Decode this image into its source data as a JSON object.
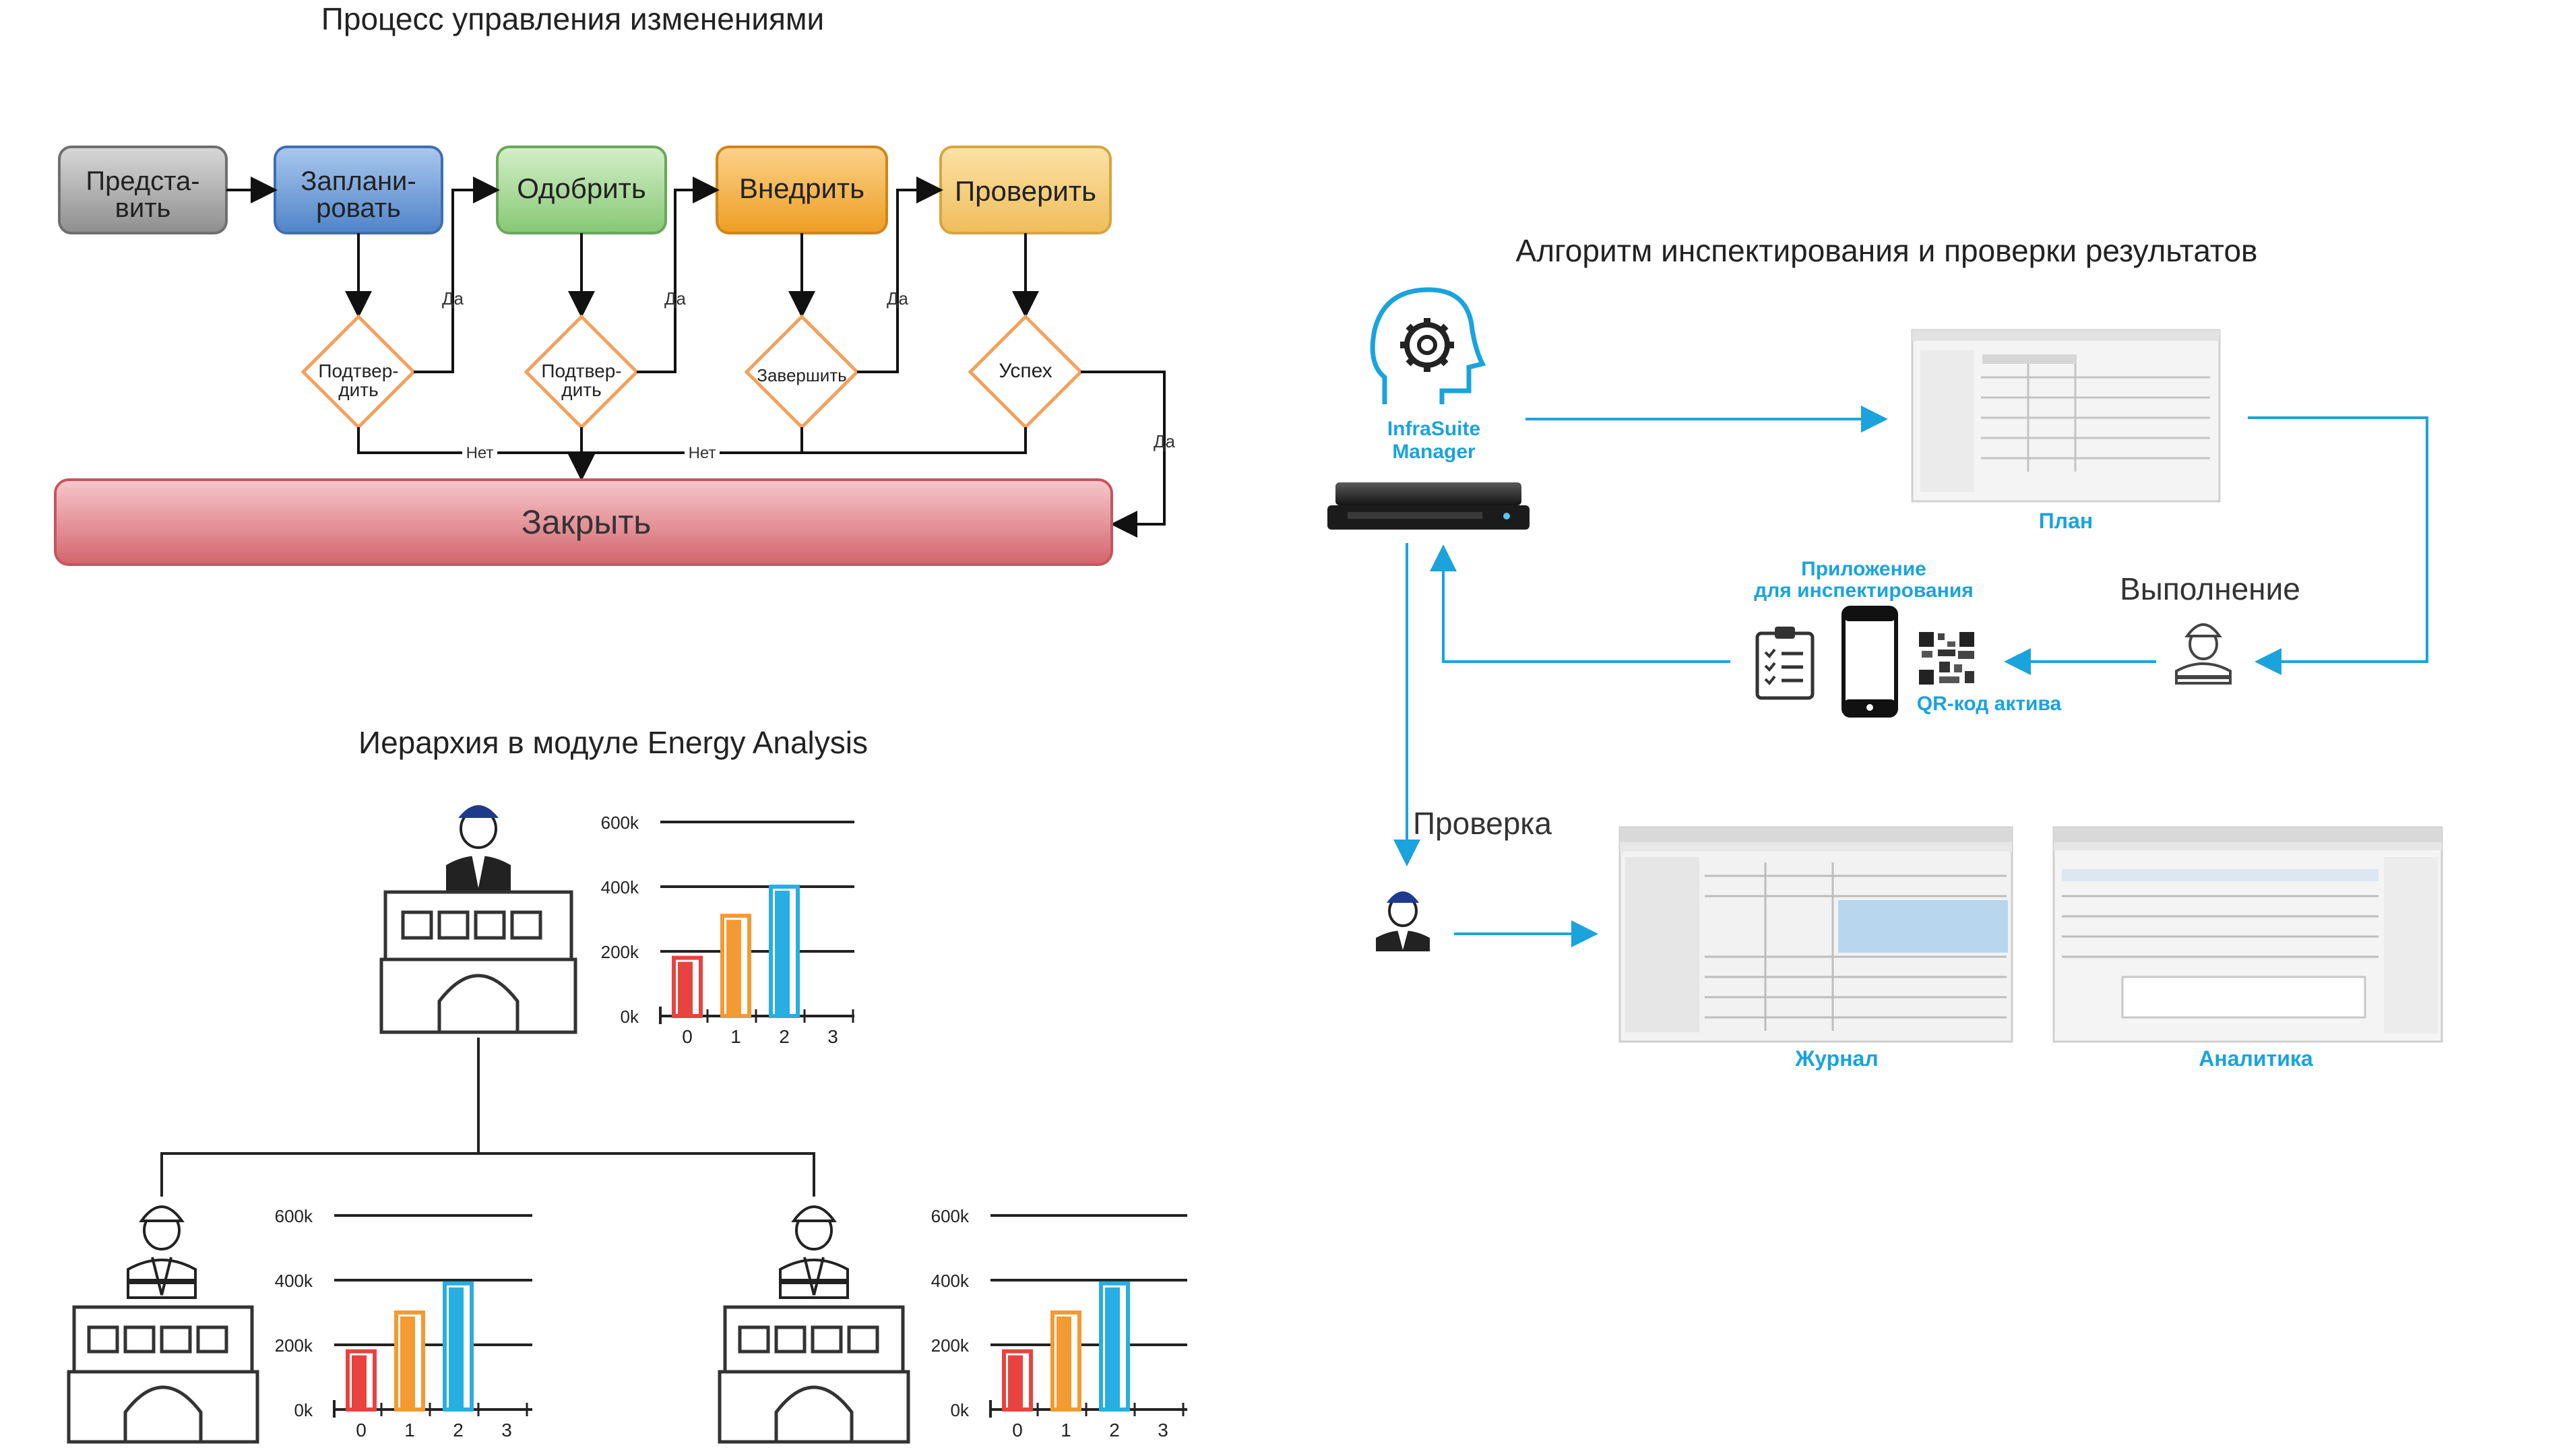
{
  "change_process": {
    "title": "Процесс управления изменениями",
    "steps": [
      {
        "line1": "Предста-",
        "line2": "вить",
        "color": "#9a9a9a"
      },
      {
        "line1": "Заплани-",
        "line2": "ровать",
        "color": "#5b8fcf"
      },
      {
        "line1": "Одобрить",
        "line2": "",
        "color": "#8ccc7e"
      },
      {
        "line1": "Внедрить",
        "line2": "",
        "color": "#f0a838"
      },
      {
        "line1": "Проверить",
        "line2": "",
        "color": "#f2c46a"
      }
    ],
    "decisions": [
      {
        "line1": "Подтвер-",
        "line2": "дить"
      },
      {
        "line1": "Подтвер-",
        "line2": "дить"
      },
      {
        "line1": "Завершить",
        "line2": ""
      },
      {
        "line1": "Успех",
        "line2": ""
      }
    ],
    "yes_label": "Да",
    "no_label": "Нет",
    "close_label": "Закрыть",
    "close_color": "#d9727a"
  },
  "inspection": {
    "title": "Алгоритм инспектирования и проверки результатов",
    "manager_label_1": "InfraSuite",
    "manager_label_2": "Manager",
    "plan_label": "План",
    "execution_label": "Выполнение",
    "app_label_1": "Приложение",
    "app_label_2": "для инспектирования",
    "qr_label": "QR-код актива",
    "verification_label": "Проверка",
    "journal_label": "Журнал",
    "analytics_label": "Аналитика",
    "accent": "#1aa3dc"
  },
  "energy": {
    "title": "Иерархия в модуле Energy Analysis"
  },
  "chart_data": [
    {
      "type": "bar",
      "categories": [
        "0",
        "1",
        "2",
        "3"
      ],
      "values": [
        180,
        310,
        400,
        null
      ],
      "yticks": [
        "0k",
        "200k",
        "400k",
        "600k"
      ],
      "ylim": [
        0,
        600
      ],
      "colors": [
        "#e8433f",
        "#f39a32",
        "#27aee2"
      ],
      "tick_step": 200
    },
    {
      "type": "bar",
      "categories": [
        "0",
        "1",
        "2",
        "3"
      ],
      "values": [
        180,
        300,
        390,
        null
      ],
      "yticks": [
        "0k",
        "200k",
        "400k",
        "600k"
      ],
      "ylim": [
        0,
        600
      ],
      "colors": [
        "#e8433f",
        "#f39a32",
        "#27aee2"
      ],
      "tick_step": 200
    },
    {
      "type": "bar",
      "categories": [
        "0",
        "1",
        "2",
        "3"
      ],
      "values": [
        180,
        300,
        390,
        null
      ],
      "yticks": [
        "0k",
        "200k",
        "400k",
        "600k"
      ],
      "ylim": [
        0,
        600
      ],
      "colors": [
        "#e8433f",
        "#f39a32",
        "#27aee2"
      ],
      "tick_step": 200
    }
  ]
}
